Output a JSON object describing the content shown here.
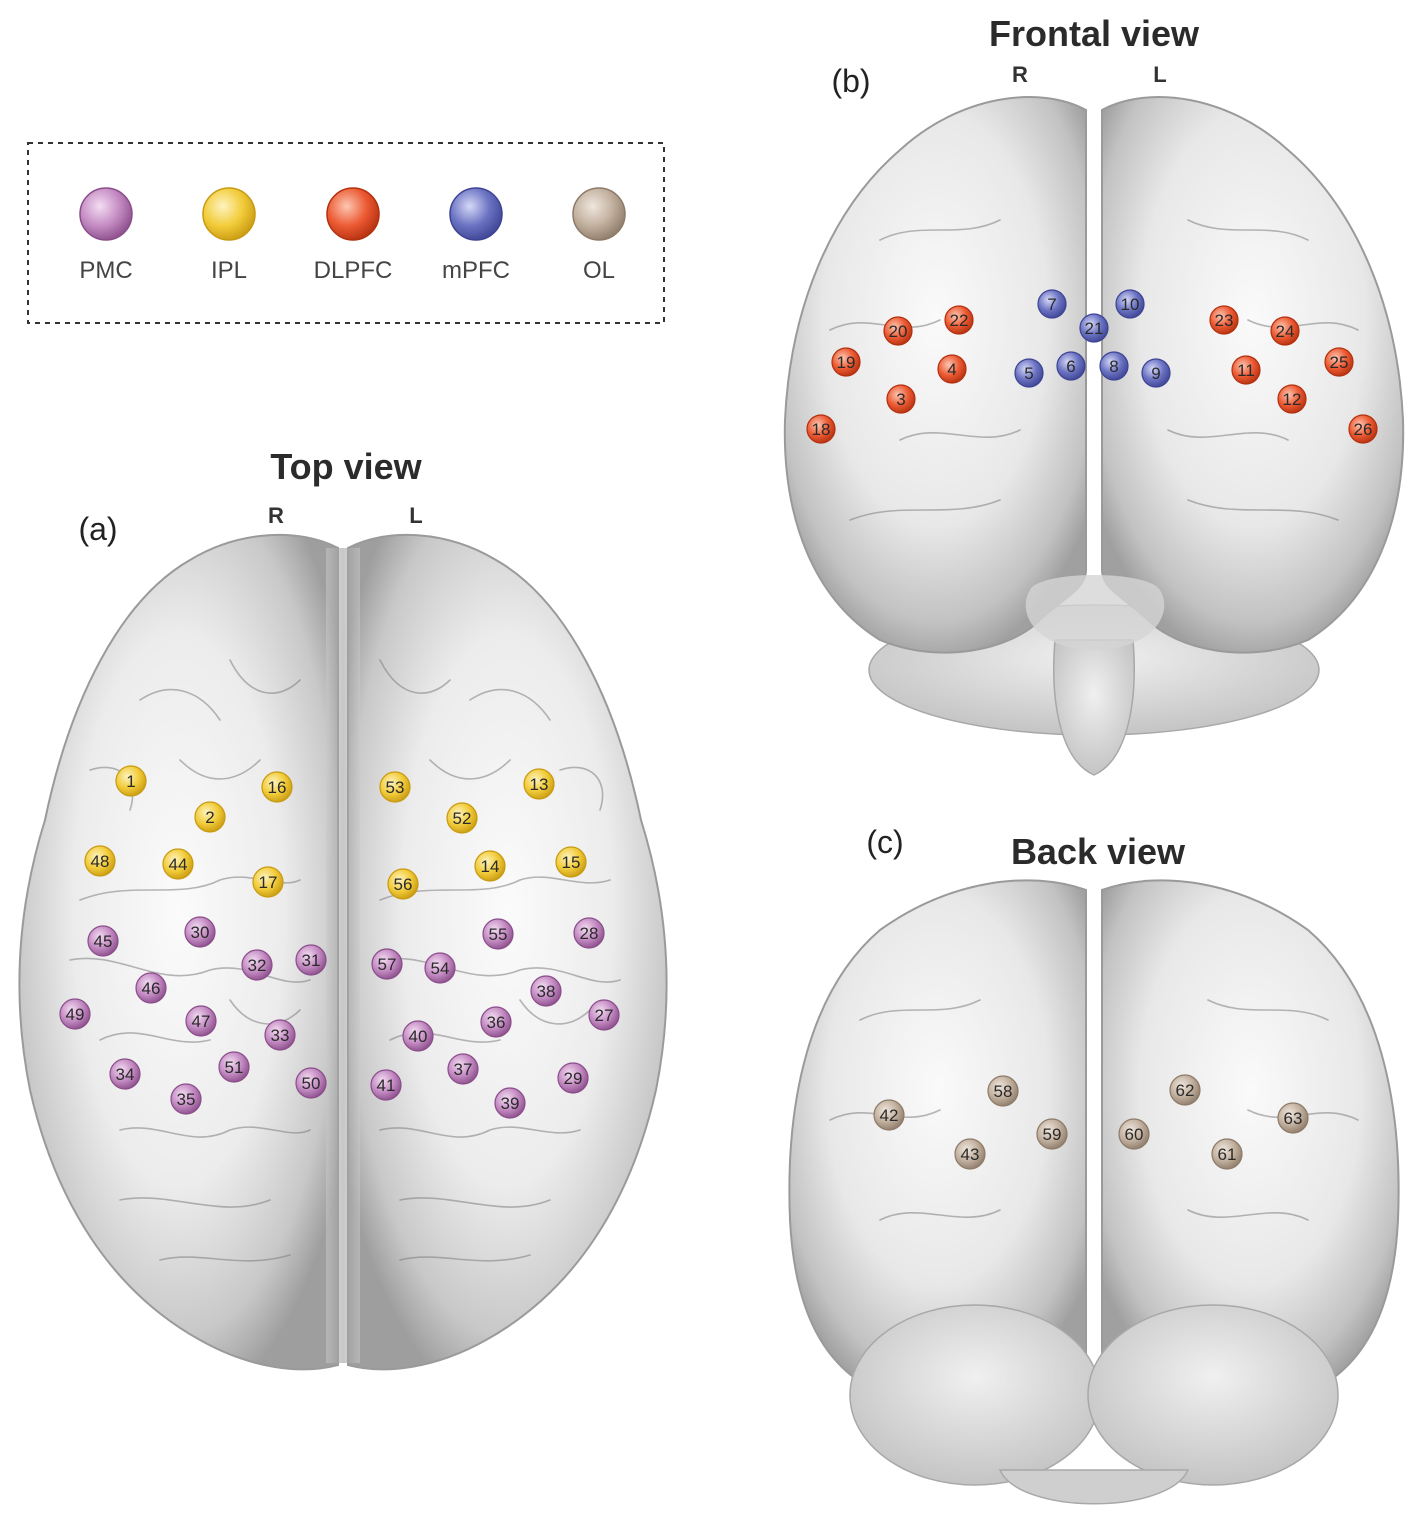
{
  "legend": {
    "items": [
      {
        "label": "PMC",
        "color": "#c48bc3",
        "dark": "#8a4d8a",
        "light": "#f3ddf2"
      },
      {
        "label": "IPL",
        "color": "#f2cc3a",
        "dark": "#c89a10",
        "light": "#fdf3c0"
      },
      {
        "label": "DLPFC",
        "color": "#ec5a33",
        "dark": "#b3300f",
        "light": "#fcc7b2"
      },
      {
        "label": "mPFC",
        "color": "#6a72c2",
        "dark": "#3e4494",
        "light": "#d5d9f6"
      },
      {
        "label": "OL",
        "color": "#c2b09e",
        "dark": "#8d7a68",
        "light": "#efe7de"
      }
    ]
  },
  "panels": {
    "top": {
      "title": "Top view",
      "letter": "(a)",
      "right": "R",
      "left": "L"
    },
    "front": {
      "title": "Frontal view",
      "letter": "(b)",
      "right": "R",
      "left": "L"
    },
    "back": {
      "title": "Back view",
      "letter": "(c)",
      "right": "R",
      "left": "L"
    }
  },
  "electrodes": {
    "top": [
      {
        "id": "1",
        "region": "IPL"
      },
      {
        "id": "16",
        "region": "IPL"
      },
      {
        "id": "2",
        "region": "IPL"
      },
      {
        "id": "48",
        "region": "IPL"
      },
      {
        "id": "44",
        "region": "IPL"
      },
      {
        "id": "17",
        "region": "IPL"
      },
      {
        "id": "53",
        "region": "IPL"
      },
      {
        "id": "13",
        "region": "IPL"
      },
      {
        "id": "52",
        "region": "IPL"
      },
      {
        "id": "56",
        "region": "IPL"
      },
      {
        "id": "14",
        "region": "IPL"
      },
      {
        "id": "15",
        "region": "IPL"
      },
      {
        "id": "45",
        "region": "PMC"
      },
      {
        "id": "30",
        "region": "PMC"
      },
      {
        "id": "32",
        "region": "PMC"
      },
      {
        "id": "31",
        "region": "PMC"
      },
      {
        "id": "46",
        "region": "PMC"
      },
      {
        "id": "49",
        "region": "PMC"
      },
      {
        "id": "47",
        "region": "PMC"
      },
      {
        "id": "33",
        "region": "PMC"
      },
      {
        "id": "34",
        "region": "PMC"
      },
      {
        "id": "51",
        "region": "PMC"
      },
      {
        "id": "35",
        "region": "PMC"
      },
      {
        "id": "50",
        "region": "PMC"
      },
      {
        "id": "57",
        "region": "PMC"
      },
      {
        "id": "54",
        "region": "PMC"
      },
      {
        "id": "55",
        "region": "PMC"
      },
      {
        "id": "28",
        "region": "PMC"
      },
      {
        "id": "38",
        "region": "PMC"
      },
      {
        "id": "40",
        "region": "PMC"
      },
      {
        "id": "36",
        "region": "PMC"
      },
      {
        "id": "27",
        "region": "PMC"
      },
      {
        "id": "41",
        "region": "PMC"
      },
      {
        "id": "37",
        "region": "PMC"
      },
      {
        "id": "39",
        "region": "PMC"
      },
      {
        "id": "29",
        "region": "PMC"
      }
    ],
    "front": [
      {
        "id": "7",
        "region": "mPFC"
      },
      {
        "id": "10",
        "region": "mPFC"
      },
      {
        "id": "21",
        "region": "mPFC"
      },
      {
        "id": "5",
        "region": "mPFC"
      },
      {
        "id": "6",
        "region": "mPFC"
      },
      {
        "id": "8",
        "region": "mPFC"
      },
      {
        "id": "9",
        "region": "mPFC"
      },
      {
        "id": "20",
        "region": "DLPFC"
      },
      {
        "id": "22",
        "region": "DLPFC"
      },
      {
        "id": "19",
        "region": "DLPFC"
      },
      {
        "id": "4",
        "region": "DLPFC"
      },
      {
        "id": "3",
        "region": "DLPFC"
      },
      {
        "id": "18",
        "region": "DLPFC"
      },
      {
        "id": "23",
        "region": "DLPFC"
      },
      {
        "id": "24",
        "region": "DLPFC"
      },
      {
        "id": "25",
        "region": "DLPFC"
      },
      {
        "id": "11",
        "region": "DLPFC"
      },
      {
        "id": "12",
        "region": "DLPFC"
      },
      {
        "id": "26",
        "region": "DLPFC"
      }
    ],
    "back": [
      {
        "id": "58",
        "region": "OL"
      },
      {
        "id": "42",
        "region": "OL"
      },
      {
        "id": "59",
        "region": "OL"
      },
      {
        "id": "43",
        "region": "OL"
      },
      {
        "id": "62",
        "region": "OL"
      },
      {
        "id": "60",
        "region": "OL"
      },
      {
        "id": "63",
        "region": "OL"
      },
      {
        "id": "61",
        "region": "OL"
      }
    ]
  }
}
